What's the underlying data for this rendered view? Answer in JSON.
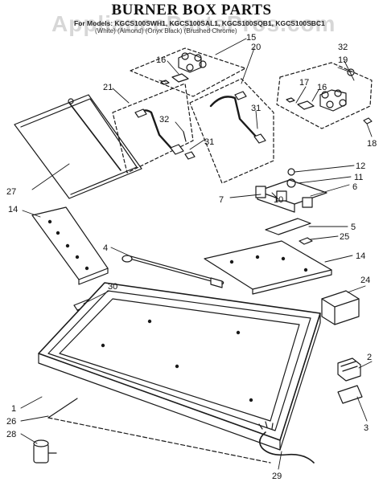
{
  "header": {
    "title": "BURNER BOX PARTS",
    "subtitle": "For Models: KGCS100SWH1, KGCS100SAL1, KGCS100SQB1, KGCS100SBC1",
    "subtitle_line2": "(White) (Almond) (Onyx Black) (Brushed Chrome)",
    "watermark": "AppliancePartsPros.com"
  },
  "callouts": {
    "c1": "1",
    "c2": "2",
    "c3": "3",
    "c4": "4",
    "c5": "5",
    "c6": "6",
    "c7": "7",
    "c10": "10",
    "c11": "11",
    "c12": "12",
    "c14a": "14",
    "c14b": "14",
    "c15": "15",
    "c16a": "16",
    "c16b": "16",
    "c17": "17",
    "c18": "18",
    "c19": "19",
    "c20": "20",
    "c21": "21",
    "c24": "24",
    "c25": "25",
    "c26": "26",
    "c27": "27",
    "c28": "28",
    "c29": "29",
    "c30": "30",
    "c31a": "31",
    "c31b": "31",
    "c32a": "32",
    "c32b": "32"
  }
}
